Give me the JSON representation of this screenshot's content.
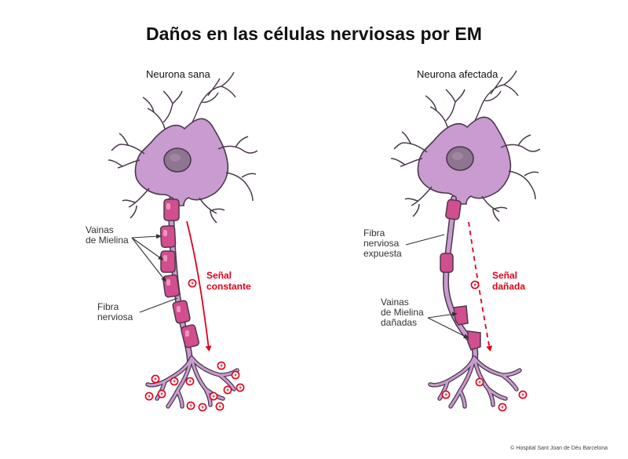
{
  "title": "Daños en las células nerviosas por EM",
  "healthy": {
    "heading": "Neurona sana",
    "myelin_label": [
      "Vainas",
      "de Mielina"
    ],
    "fiber_label": [
      "Fibra",
      "nerviosa"
    ],
    "signal_label": [
      "Señal",
      "constante"
    ]
  },
  "affected": {
    "heading": "Neurona afectada",
    "exposed_label": [
      "Fibra",
      "nerviosa",
      "expuesta"
    ],
    "damaged_myelin_label": [
      "Vainas",
      "de Mielina",
      "dañadas"
    ],
    "signal_label": [
      "Señal",
      "dañada"
    ]
  },
  "credit": "© Hospital Sant Joan de Déu Barcelona",
  "colors": {
    "cell_body": "#c99bd0",
    "cell_outline": "#4a3a4c",
    "nucleus": "#8e7590",
    "myelin": "#d24e8e",
    "signal": "#e2001a"
  }
}
